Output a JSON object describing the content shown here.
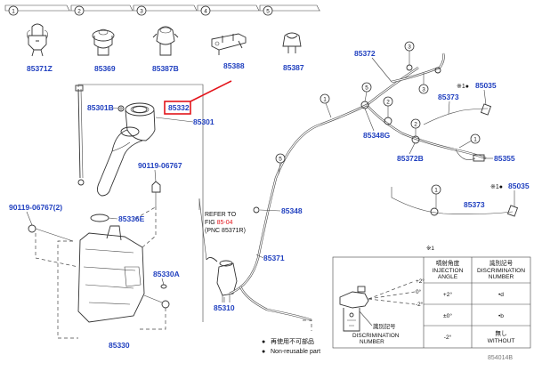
{
  "header_items": [
    {
      "index": "1",
      "part": "85371Z"
    },
    {
      "index": "2",
      "part": "85369"
    },
    {
      "index": "3",
      "part": "85387B"
    },
    {
      "index": "4",
      "part": "85388"
    },
    {
      "index": "5",
      "part": "85387"
    }
  ],
  "callouts": {
    "p85372": "85372",
    "p85332": "85332",
    "p85301B": "85301B",
    "p85301": "85301",
    "p90119_06767": "90119-06767",
    "p90119_06767_2": "90119-06767(2)",
    "p85336E": "85336E",
    "p85330A": "85330A",
    "p85330": "85330",
    "p85310": "85310",
    "p85371": "85371",
    "p85348": "85348",
    "p85348G": "85348G",
    "p85372B": "85372B",
    "p85373a": "85373",
    "p85373b": "85373",
    "p85035a": "85035",
    "p85035b": "85035",
    "p85355": "85355",
    "mark1a": "※1●",
    "mark1b": "※1●",
    "circle_labels": {
      "c1a": "1",
      "c1b": "1",
      "c1c": "1",
      "c2a": "2",
      "c2b": "2",
      "c3a": "3",
      "c3b": "3",
      "c5a": "5",
      "c5b": "5"
    }
  },
  "refer_note": {
    "line1": "REFER TO",
    "line2_prefix": "FIG ",
    "line2_link": "85-04",
    "line3": "(PNC 85371R)"
  },
  "table": {
    "mark": "※1",
    "col1_header_jp": "噴射角度",
    "col1_header_en": [
      "INJECTION",
      "ANGLE"
    ],
    "col2_header_jp": "識別記号",
    "col2_header_en": [
      "DISCRIMINATION",
      "NUMBER"
    ],
    "rows": [
      {
        "angle": "+2°",
        "mark": "•d"
      },
      {
        "angle": "±0°",
        "mark": "•b"
      },
      {
        "angle": "-2°",
        "mark_jp": "無し",
        "mark_en": "WITHOUT"
      }
    ],
    "angle_labels": [
      "+2°",
      "0°",
      "-2°"
    ],
    "disc_label_jp": "識別記号",
    "disc_label_en": [
      "DISCRIMINATION",
      "NUMBER"
    ]
  },
  "legend": {
    "jp": "再使用不可部品",
    "en": "Non-reusable part",
    "bullet": "●"
  },
  "figure_id": "854014B",
  "colors": {
    "part_number_blue": "#1f3fbf",
    "highlight_red": "#e3141b"
  }
}
